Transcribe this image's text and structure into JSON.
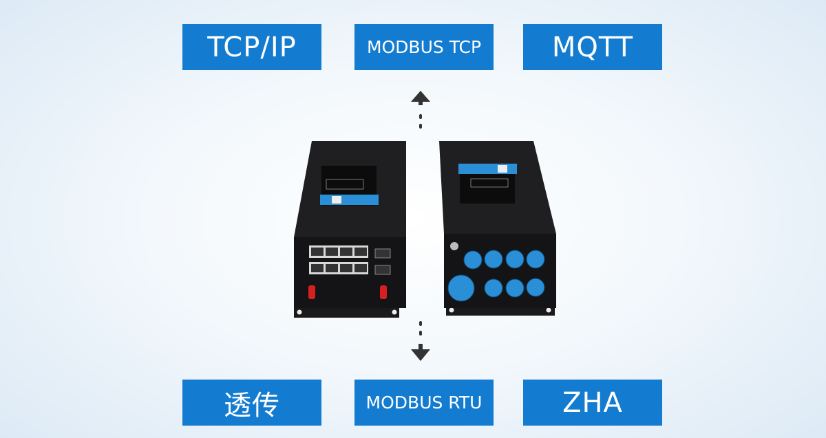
{
  "top_protocols": [
    "TCP/IP",
    "MODBUS TCP",
    "MQTT"
  ],
  "bottom_protocols": [
    "透传",
    "MODBUS RTU",
    "ZHA"
  ],
  "colors": {
    "tag": "#137cd0",
    "device": "#1c1c1e",
    "port_cap": "#2a8fd6",
    "antenna": "#d62020"
  }
}
